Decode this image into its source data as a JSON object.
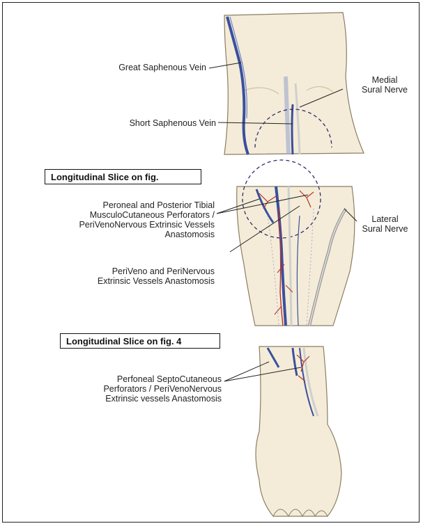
{
  "labels": {
    "great_saphenous": "Great Saphenous Vein",
    "medial_sural": [
      "Medial",
      "Sural Nerve"
    ],
    "short_saphenous": "Short Saphenous Vein",
    "peroneal": [
      "Peroneal and Posterior Tibial",
      "MusculoCutaneous Perforators /",
      "PeriVenoNervous Extrinsic Vessels",
      "Anastomosis"
    ],
    "lateral_sural": [
      "Lateral",
      "Sural Nerve"
    ],
    "periveno": [
      "PeriVeno and PeriNervous",
      "Extrinsic Vessels Anastomosis"
    ],
    "perfoneal": [
      "Perfoneal SeptoCutaneous",
      "Perforators / PeriVenoNervous",
      "Extrinsic vessels Anastomosis"
    ]
  },
  "slices": {
    "first": "Longitudinal Slice on fig.",
    "second": "Longitudinal Slice on fig. 4"
  },
  "colors": {
    "skin": "#f4ecd8",
    "skin_outline": "#8a7d63",
    "vein": "#3b4f9e",
    "artery": "#b8322a",
    "nerve": "#cfcfcf"
  }
}
